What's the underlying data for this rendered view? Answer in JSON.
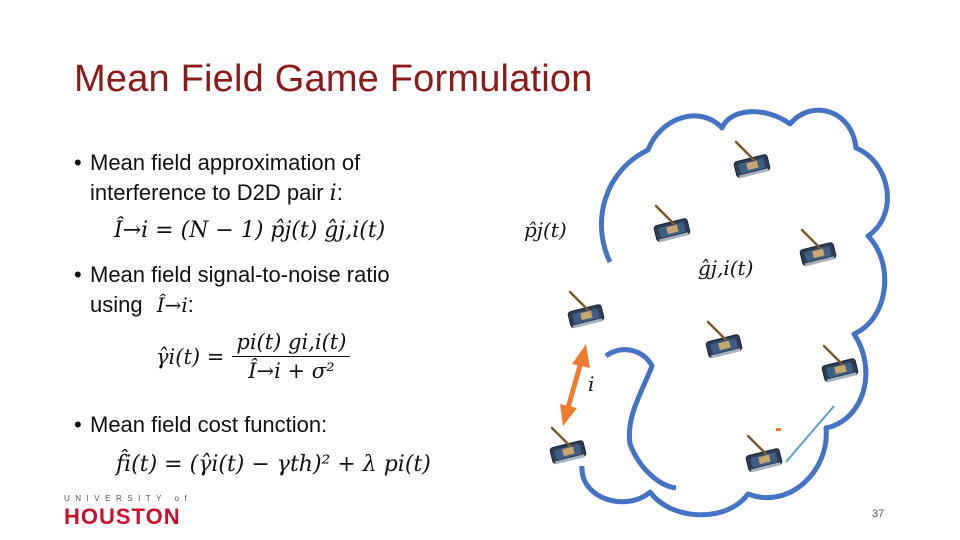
{
  "slide": {
    "title": "Mean Field Game Formulation",
    "page_number": "37"
  },
  "bullets": [
    {
      "line1": "Mean field approximation of",
      "line2_prefix": "interference to D2D pair ",
      "line2_var": "i",
      "line2_suffix": ":"
    },
    {
      "line1": "Mean field signal-to-noise ratio",
      "line2_prefix": "using ",
      "line2_suffix": ":"
    },
    {
      "line1": "Mean field cost function:"
    }
  ],
  "equations": {
    "interference": "Î→i = (N − 1) p̂j(t) ĝj,i(t)",
    "snr_lhs": "γ̂i(t) =",
    "snr_num": "pi(t) gi,i(t)",
    "snr_den": "Î→i + σ²",
    "cost": "f̂i(t) = (γ̂i(t) − γth)² + λ pi(t)",
    "using_symbol": "Î→i"
  },
  "diagram": {
    "label_power": "p̂j(t)",
    "label_gain": "ĝj,i(t)",
    "label_pair": "i",
    "cloud_color": "#4472c4",
    "arrow_color": "#ed7d31"
  },
  "logo": {
    "top": "UNIVERSITY of",
    "main": "HOUSTON"
  }
}
